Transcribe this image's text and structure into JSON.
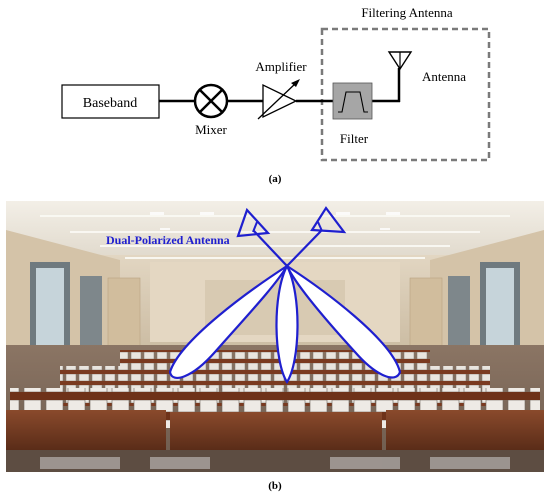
{
  "panel_a": {
    "filtering_title": "Filtering Antenna",
    "baseband_label": "Baseband",
    "mixer_label": "Mixer",
    "amplifier_label": "Amplifier",
    "filter_label": "Filter",
    "antenna_label": "Antenna",
    "caption": "(a)"
  },
  "panel_b": {
    "antenna_label": "Dual-Polarized Antenna",
    "caption": "(b)"
  },
  "colors": {
    "beam_blue": "#1f1fcf",
    "dashed_box": "#7a7a7a",
    "filter_fill": "#a6a6a6"
  }
}
